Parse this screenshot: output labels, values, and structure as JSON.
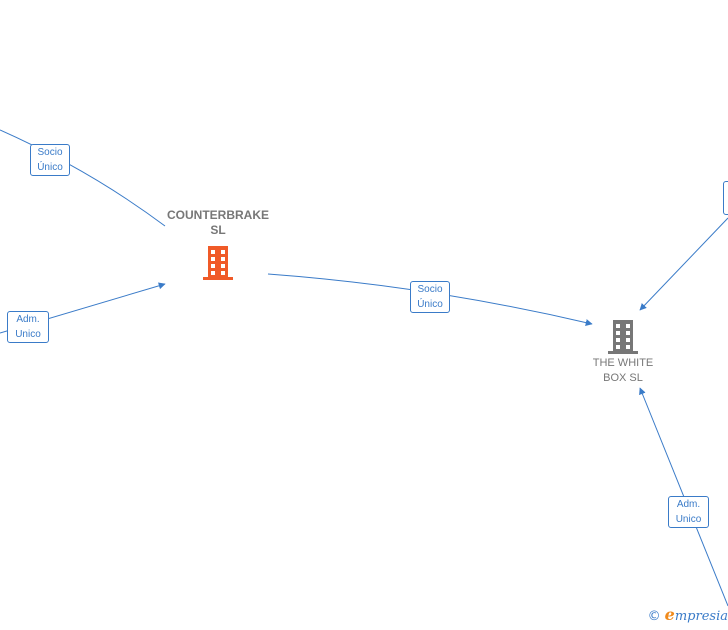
{
  "nodes": {
    "counterbrake": {
      "name_line1": "COUNTERBRAKE",
      "name_line2": "SL",
      "color": "#f05a28",
      "highlighted": true
    },
    "whitebox": {
      "name_line1": "THE WHITE",
      "name_line2": "BOX SL",
      "color": "#777777",
      "highlighted": false
    }
  },
  "edges": {
    "socio_unico_top_left": {
      "line1": "Socio",
      "line2": "Único"
    },
    "adm_unico_left": {
      "line1": "Adm.",
      "line2": "Unico"
    },
    "socio_unico_center": {
      "line1": "Socio",
      "line2": "Único"
    },
    "adm_unico_bottom_right": {
      "line1": "Adm.",
      "line2": "Unico"
    }
  },
  "branding": {
    "copyright_symbol": "©",
    "brand_initial": "e",
    "brand_rest": "mpresia"
  },
  "colors": {
    "edge": "#3a7bc8",
    "highlight_node": "#f05a28",
    "node": "#777777"
  }
}
